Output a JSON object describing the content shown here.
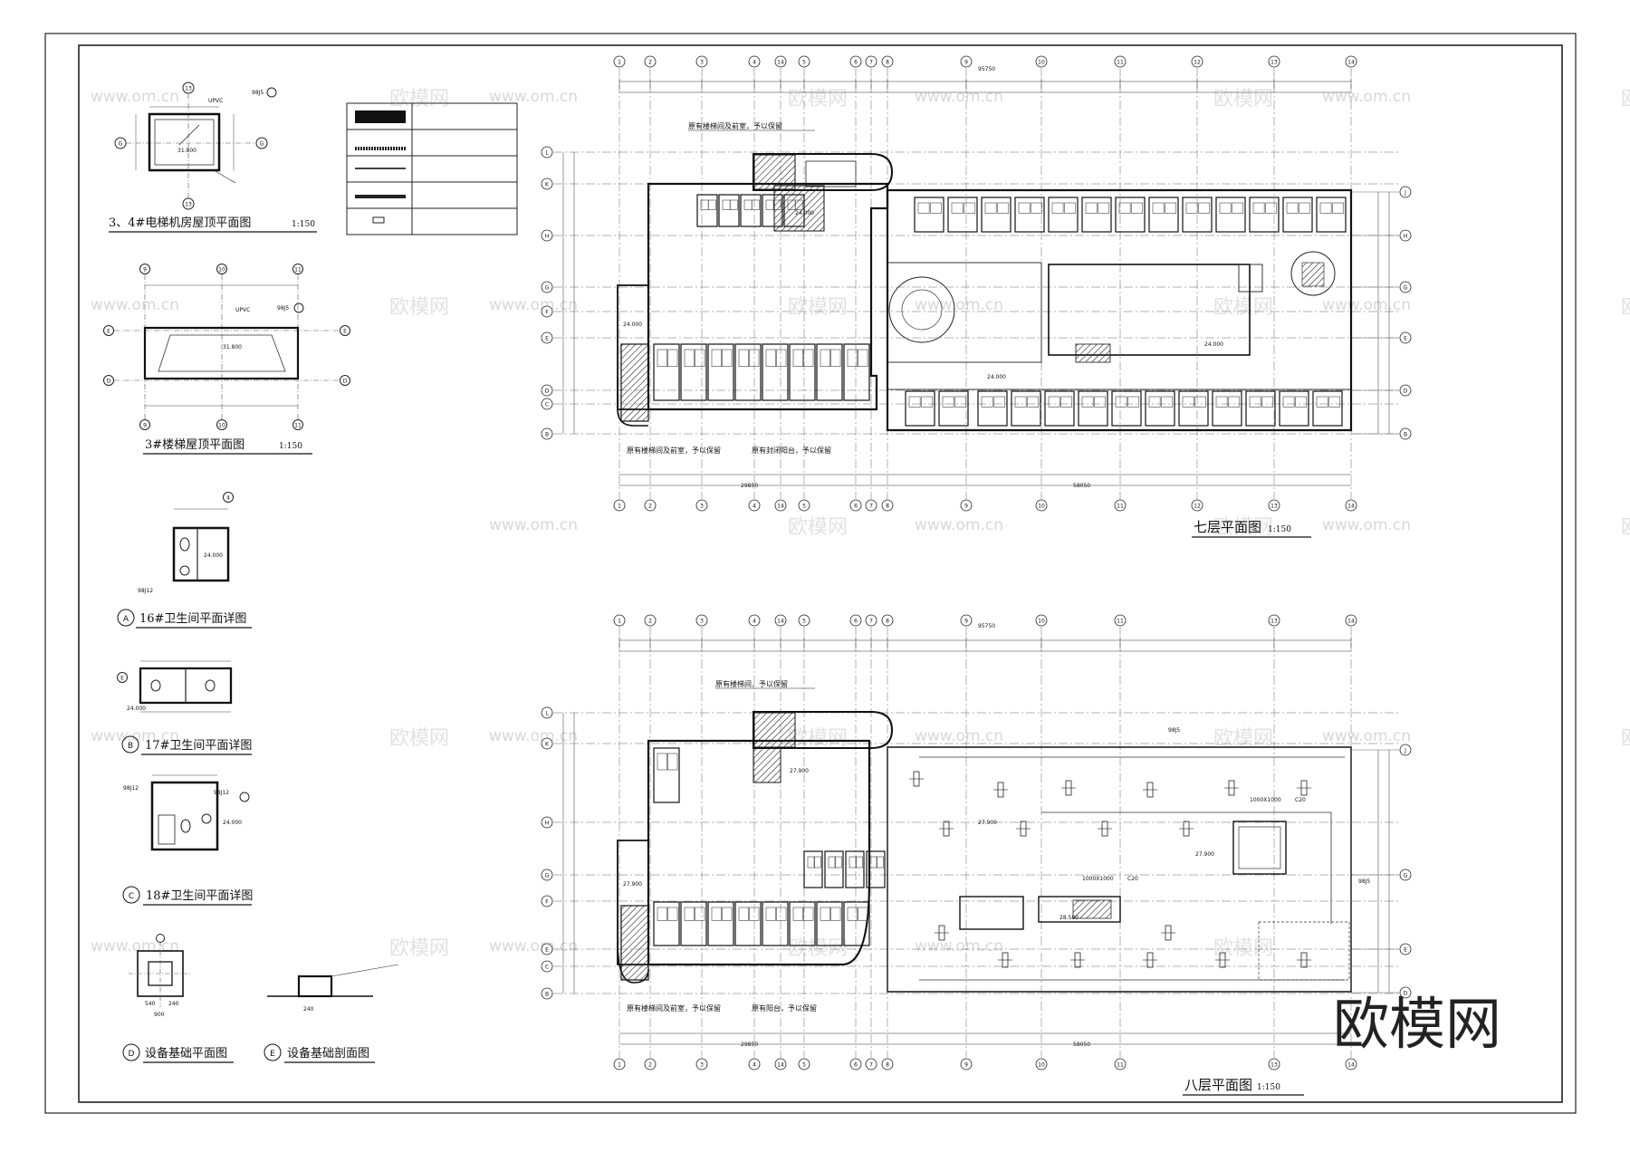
{
  "drawing": {
    "frame_label": "",
    "watermark_url": "www.om.cn",
    "watermark_cn": "欧模网",
    "brand": "欧模网"
  },
  "legend": {
    "rows": [
      "",
      "",
      "",
      "",
      ""
    ]
  },
  "small_plans": {
    "elevator_roof": {
      "title": "3、4#电梯机房屋顶平面图",
      "scale": "1:150",
      "label_upvc": "UPVC",
      "ref": "98J5",
      "axis_top": "13",
      "axis_bottom": "13",
      "axis_left": "G",
      "axis_right": "G",
      "elev": "31.800"
    },
    "stair_roof": {
      "title": "3#楼梯屋顶平面图",
      "scale": "1:150",
      "label_upvc": "UPVC",
      "ref": "98J5",
      "axes": [
        "9",
        "10",
        "11"
      ],
      "rows": [
        "E",
        "D"
      ],
      "elev": "31.800"
    },
    "toilet_a": {
      "letter": "A",
      "title": "16#卫生间平面详图",
      "ref": "98J12",
      "elev": "24.000",
      "axis": "4"
    },
    "toilet_b": {
      "letter": "B",
      "title": "17#卫生间平面详图",
      "elev": "24.000",
      "axis": "E"
    },
    "toilet_c": {
      "letter": "C",
      "title": "18#卫生间平面详图",
      "ref": "98J12",
      "elev": "24.000"
    },
    "base_plan": {
      "letter": "D",
      "title": "设备基础平面图",
      "dims": [
        "540",
        "240",
        "900"
      ]
    },
    "base_section": {
      "letter": "E",
      "title": "设备基础剖面图"
    }
  },
  "plan7": {
    "title": "七层平面图",
    "scale": "1:150",
    "axes_top": [
      "1",
      "2",
      "3",
      "4",
      "14",
      "5",
      "6",
      "7",
      "8",
      "9",
      "10",
      "11",
      "12",
      "13",
      "14"
    ],
    "rows": [
      "L",
      "K",
      "H",
      "G",
      "F",
      "E",
      "D",
      "C",
      "B"
    ],
    "rows_right": [
      "J",
      "H",
      "G",
      "E",
      "D",
      "B"
    ],
    "notes": [
      "原有楼梯间及前室，予以保留",
      "原有楼梯间及前室，予以保留",
      "原有封闭阳台，予以保留"
    ],
    "elevs": [
      "24.000",
      "24.000",
      "24.000",
      "24.000"
    ],
    "dims_total": [
      "29850",
      "58050",
      "95750"
    ]
  },
  "plan8": {
    "title": "八层平面图",
    "scale": "1:150",
    "axes_top": [
      "1",
      "2",
      "3",
      "4",
      "14",
      "5",
      "6",
      "7",
      "8",
      "9",
      "10",
      "11",
      "13",
      "14"
    ],
    "rows": [
      "L",
      "K",
      "H",
      "G",
      "F",
      "E",
      "D",
      "C",
      "B"
    ],
    "rows_right": [
      "J",
      "G",
      "E",
      "D"
    ],
    "notes": [
      "原有楼梯间，予以保留",
      "原有楼梯间及前室，予以保留",
      "原有阳台，予以保留"
    ],
    "elevs": [
      "27.900",
      "27.900",
      "28.500",
      "27.900",
      "27.900"
    ],
    "openings": [
      "1000X1000",
      "C20",
      "1000X1000",
      "C20"
    ],
    "refs": [
      "98J5",
      "98J5"
    ],
    "dims_total": [
      "29850",
      "58050",
      "95750"
    ]
  }
}
